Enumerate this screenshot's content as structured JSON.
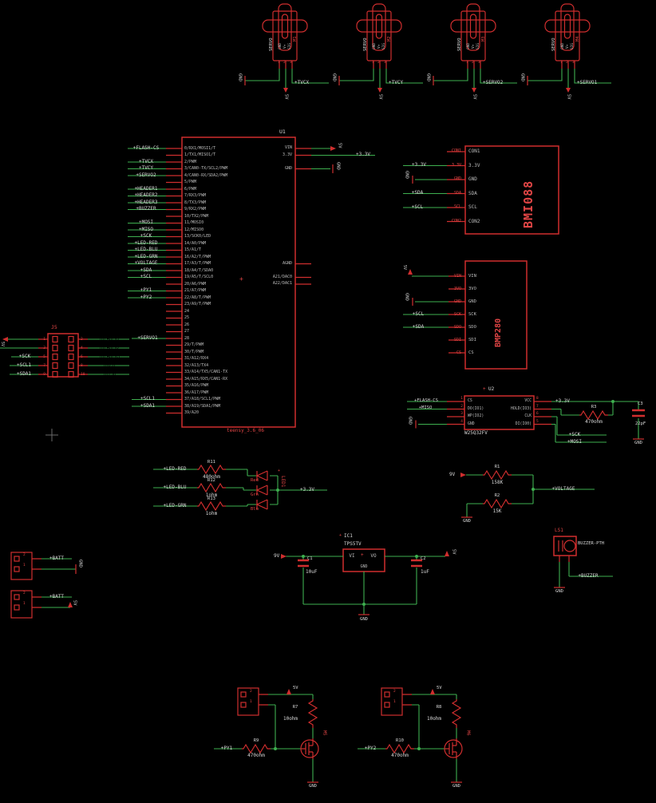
{
  "app": {
    "background": "#000000",
    "wire_color": "#3eaf4f",
    "component_color": "#cf2e2e",
    "red_text_color": "#e04545",
    "label_color": "#d9d9d9"
  },
  "servos": {
    "part_text": "SERVO",
    "pin_names": [
      "GND",
      "V+",
      "SIG"
    ],
    "pin_numbers": [
      "1",
      "2",
      "3"
    ],
    "units": [
      {
        "ref": "M1",
        "signal_net": "+TVCX",
        "gnd": "GND",
        "pwr": "5V"
      },
      {
        "ref": "M2",
        "signal_net": "+TVCY",
        "gnd": "GND",
        "pwr": "5V"
      },
      {
        "ref": "M3",
        "signal_net": "+SERVO2",
        "gnd": "GND",
        "pwr": "5V"
      },
      {
        "ref": "M4",
        "signal_net": "+SERVO1",
        "gnd": "GND",
        "pwr": "5V"
      }
    ]
  },
  "mcu": {
    "ref": "U1",
    "footprint": "teensy_3.6_06",
    "left_pins": [
      "0/RX1/MOSI1/T",
      "1/TX1/MISO1/T",
      "2/PWM",
      "3/CAN0-TX/SCL2/PWM",
      "4/CAN0-RX/SDA2/PWM",
      "5/PWM",
      "6/PWM",
      "7/RX3/PWM",
      "8/TX3/PWM",
      "9/RX2/PWM",
      "10/TX2/PWM",
      "11/MOSI0",
      "12/MISO0",
      "13/SCK0/LED",
      "14/A0/PWM",
      "15/A1/T",
      "16/A2/T/PWM",
      "17/A3/T/PWM",
      "18/A4/T/SDA0",
      "19/A5/T/SCL0",
      "20/A6/PWM",
      "21/A7/PWM",
      "22/A8/T/PWM",
      "23/A9/T/PWM",
      "24",
      "25",
      "26",
      "27",
      "28",
      "29/T/PWM",
      "30/T/PWM",
      "31/A12/RX4",
      "32/A13/TX4",
      "33/A14/TX5/CAN1-TX",
      "34/A15/RX5/CAN1-RX",
      "35/A16/PWM",
      "36/A17/PWM",
      "37/A18/SCL1/PWM",
      "38/A19/SDA1/PWM",
      "39/A20"
    ],
    "right_pins": [
      "VIN",
      "3.3V",
      "GND",
      "AGND",
      "A21/DAC0",
      "A22/DAC1"
    ],
    "left_nets": {
      "flash_cs": "+FLASH-CS",
      "tvcx": "+TVCX",
      "tvcy": "+TVCY",
      "servo2": "+SERVO2",
      "header1": "+HEADER1",
      "header2": "+HEADER2",
      "header3": "+HEADER3",
      "buzzer": "+BUZZER",
      "mosi": "+MOSI",
      "miso": "+MISO",
      "sck": "+SCK",
      "led_red": "+LED-RED",
      "led_blu": "+LED-BLU",
      "led_grn": "+LED-GRN",
      "voltage": "+VOLTAGE",
      "sda": "+SDA",
      "scl": "+SCL",
      "py1": "+PY1",
      "py2": "+PY2",
      "servo1": "+SERVO1",
      "scl1": "+SCL1",
      "sda1": "+SDA1"
    },
    "right_nets": {
      "vin_pwr": "5V",
      "v33": "+3.3V",
      "gnd": "GND"
    }
  },
  "j5": {
    "ref": "J5",
    "left_pin_numbers": [
      "1",
      "3",
      "5",
      "7",
      "9"
    ],
    "right_pin_numbers": [
      "2",
      "4",
      "6",
      "8",
      "10"
    ],
    "left_nets": {
      "pwr": "5V",
      "sck": "+SCK",
      "scl1": "+SCL1",
      "sda1": "+SDA1"
    },
    "right_nets": [
      "+HEADER1",
      "+HEADER2",
      "+HEADER3",
      "+MOSI",
      "+MISO"
    ]
  },
  "imu": {
    "title": "BMI088",
    "pin_names": [
      "CON1",
      "3.3V",
      "GND",
      "SDA",
      "SCL",
      "CON2"
    ],
    "nets": {
      "v33": "+3.3V",
      "gnd": "GND",
      "sda": "+SDA",
      "scl": "+SCL"
    }
  },
  "baro": {
    "title": "BMP280",
    "pin_names": [
      "VIN",
      "3VO",
      "GND",
      "SCK",
      "SDO",
      "SDI",
      "CS"
    ],
    "nets": {
      "pwr": "5V",
      "gnd": "GND",
      "scl": "+SCL",
      "sda": "+SDA"
    }
  },
  "flash": {
    "ref": "U2",
    "value": "W25Q32FV",
    "left_pin_names": [
      "CS",
      "DO(IO1)",
      "WP(IO2)",
      "GND"
    ],
    "left_pin_numbers": [
      "1",
      "2",
      "3",
      "4"
    ],
    "right_pin_names": [
      "VCC",
      "HOLD(IO3)",
      "CLK",
      "DI(IO0)"
    ],
    "right_pin_numbers": [
      "8",
      "7",
      "6",
      "5"
    ],
    "nets": {
      "cs": "+FLASH-CS",
      "miso": "+MISO",
      "gnd": "GND",
      "v33": "+3.3V",
      "sck": "+SCK",
      "mosi": "+MOSI"
    },
    "pullup": {
      "ref": "R3",
      "value": "470ohm"
    },
    "cap": {
      "ref": "C3",
      "value": "22pF",
      "gnd": "GND"
    }
  },
  "led": {
    "ref": "LED1",
    "rail": "+3.3V",
    "channels": [
      {
        "net": "+LED-RED",
        "res_ref": "R11",
        "res_value": "480ohm",
        "color_pin": "Red"
      },
      {
        "net": "+LED-BLU",
        "res_ref": "R12",
        "res_value": "1ohm",
        "color_pin": "Grn"
      },
      {
        "net": "+LED-GRN",
        "res_ref": "R13",
        "res_value": "1ohm",
        "color_pin": "Blu"
      }
    ]
  },
  "divider": {
    "input_pwr": "9V",
    "r_top": {
      "ref": "R1",
      "value": "158K"
    },
    "r_bottom": {
      "ref": "R2",
      "value": "15K"
    },
    "output_net": "+VOLTAGE",
    "gnd": "GND"
  },
  "regulator": {
    "ref": "IC1",
    "value": "TPS5TV",
    "pin_vi": "VI",
    "pin_vo": "VO",
    "pin_gnd": "GND",
    "input_pwr": "9V",
    "output_pwr": "5V",
    "cap_in": {
      "ref": "C1",
      "value": "10uF"
    },
    "cap_out": {
      "ref": "C2",
      "value": "1uF"
    },
    "gnd": "GND"
  },
  "battery": {
    "connectors": [
      {
        "pin_numbers": [
          "2",
          "1"
        ],
        "net": "+BATT",
        "second": "GND"
      },
      {
        "pin_numbers": [
          "2",
          "1"
        ],
        "net": "+BATT",
        "second": "5V"
      }
    ]
  },
  "buzzer": {
    "ref": "LS1",
    "value": "BUZZER-PTH",
    "net": "+BUZZER",
    "gnd": "GND"
  },
  "pyro": {
    "channels": [
      {
        "pin_numbers": [
          "2",
          "1"
        ],
        "pwr": "5V",
        "res_top": {
          "ref": "R7",
          "value": "10ohm"
        },
        "res_gate": {
          "ref": "R9",
          "value": "470ohm"
        },
        "net": "+PY1",
        "fet_ref": "M5",
        "gnd": "GND"
      },
      {
        "pin_numbers": [
          "2",
          "1"
        ],
        "pwr": "5V",
        "res_top": {
          "ref": "R8",
          "value": "10ohm"
        },
        "res_gate": {
          "ref": "R10",
          "value": "470ohm"
        },
        "net": "+PY2",
        "fet_ref": "M6",
        "gnd": "GND"
      }
    ]
  }
}
